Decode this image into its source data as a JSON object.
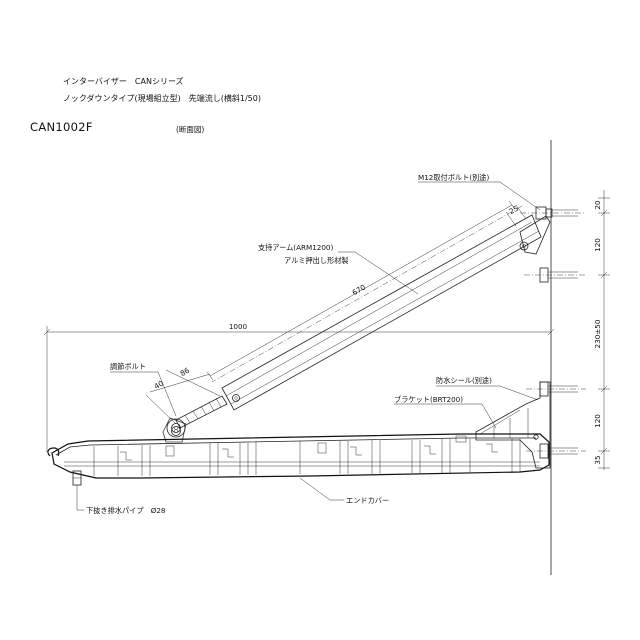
{
  "header": {
    "series": "インターバイザー　CANシリーズ",
    "type_note": "ノックダウンタイプ(現場組立型)　先端流し(横斜1/50)",
    "model": "CAN1002F",
    "section_note": "(断面図)"
  },
  "labels": {
    "bolt": "M12取付ボルト(別途)",
    "arm": "支持アーム(ARM1200)",
    "arm_material": "アルミ押出し形材製",
    "adjust_bolt": "調節ボルト",
    "seal": "防水シール(別途)",
    "bracket": "ブラケット(BRT200)",
    "drain_pipe": "下抜き排水パイプ　Ø28",
    "end_cover": "エンドカバー"
  },
  "dimensions": {
    "d_1000": "1000",
    "d_670": "670",
    "d_25": "25",
    "d_86": "86",
    "d_40": "40",
    "d_20": "20",
    "d_120_top": "120",
    "d_230": "230±50",
    "d_120_bottom": "120",
    "d_35": "35"
  }
}
